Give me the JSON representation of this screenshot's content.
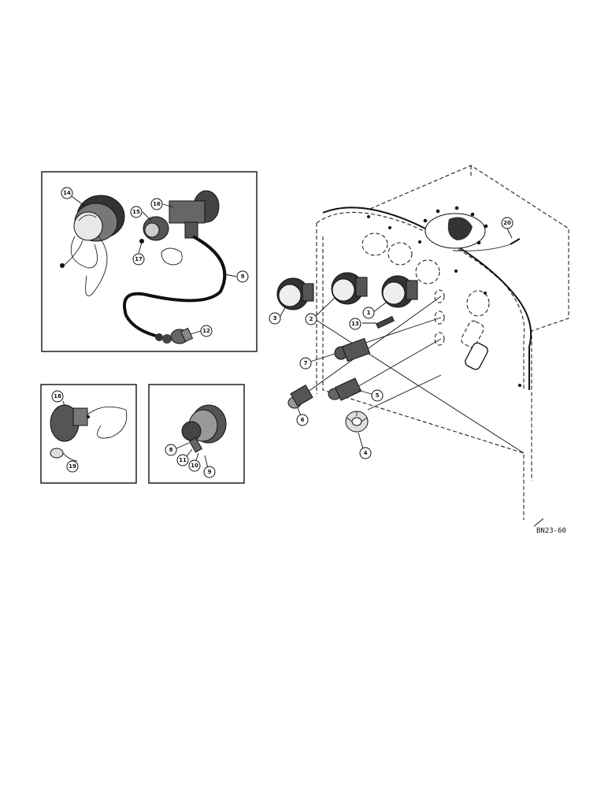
{
  "callouts": {
    "c1": "1",
    "c2": "2",
    "c3": "3",
    "c4": "4",
    "c5": "5",
    "c6": "6",
    "c7": "7",
    "c8": "8",
    "c9a": "9",
    "c9b": "9",
    "c10": "10",
    "c11": "11",
    "c12": "12",
    "c13": "13",
    "c14": "14",
    "c15": "15",
    "c16": "16",
    "c17": "17",
    "c18": "18",
    "c19": "19",
    "c20": "20"
  },
  "drawing_code": "BN23-60",
  "colors": {
    "ink": "#111111",
    "paper": "#ffffff"
  }
}
